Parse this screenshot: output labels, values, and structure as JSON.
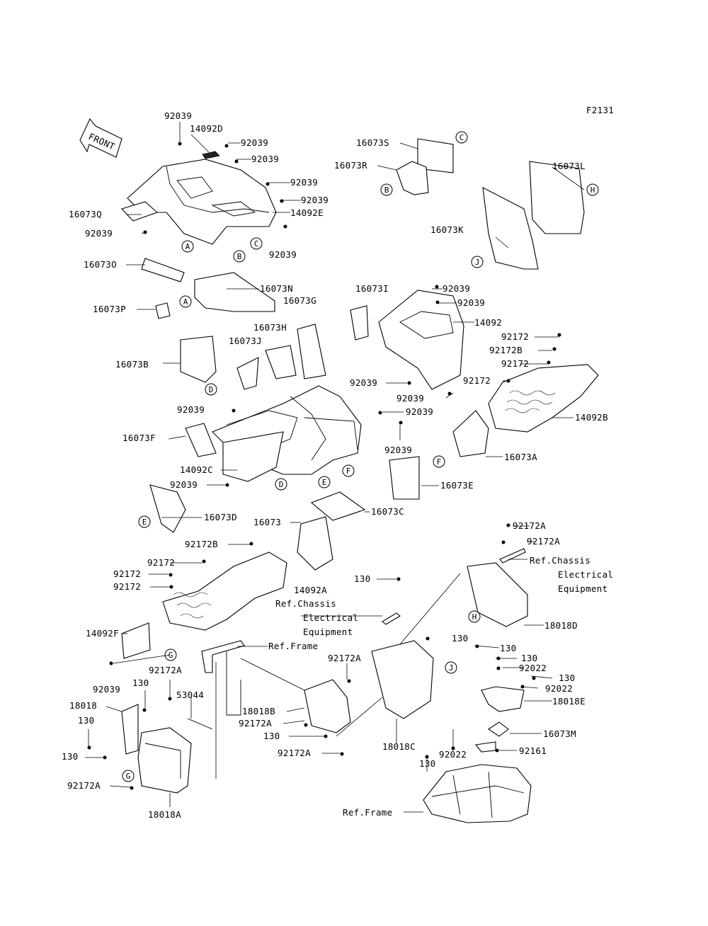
{
  "figure_code": "F2131",
  "front_label": "FRONT",
  "callouts": [
    "A",
    "B",
    "C",
    "D",
    "E",
    "F",
    "G",
    "H",
    "J"
  ],
  "part_labels": [
    {
      "id": "l1",
      "text": "92039"
    },
    {
      "id": "l2",
      "text": "14092D"
    },
    {
      "id": "l3",
      "text": "92039"
    },
    {
      "id": "l4",
      "text": "92039"
    },
    {
      "id": "l5",
      "text": "92039"
    },
    {
      "id": "l6",
      "text": "92039"
    },
    {
      "id": "l7",
      "text": "14092E"
    },
    {
      "id": "l8",
      "text": "16073Q"
    },
    {
      "id": "l9",
      "text": "92039"
    },
    {
      "id": "l10",
      "text": "92039"
    },
    {
      "id": "l11",
      "text": "16073O"
    },
    {
      "id": "l12",
      "text": "16073N"
    },
    {
      "id": "l13",
      "text": "16073G"
    },
    {
      "id": "l14",
      "text": "16073P"
    },
    {
      "id": "l15",
      "text": "16073S"
    },
    {
      "id": "l16",
      "text": "16073R"
    },
    {
      "id": "l17",
      "text": "16073L"
    },
    {
      "id": "l18",
      "text": "16073K"
    },
    {
      "id": "l19",
      "text": "16073I"
    },
    {
      "id": "l20",
      "text": "92039"
    },
    {
      "id": "l21",
      "text": "92039"
    },
    {
      "id": "l22",
      "text": "14092"
    },
    {
      "id": "l23",
      "text": "92172"
    },
    {
      "id": "l24",
      "text": "92172B"
    },
    {
      "id": "l25",
      "text": "92172"
    },
    {
      "id": "l26",
      "text": "92172"
    },
    {
      "id": "l27",
      "text": "14092B"
    },
    {
      "id": "l28",
      "text": "92039"
    },
    {
      "id": "l29",
      "text": "92039"
    },
    {
      "id": "l30",
      "text": "16073H"
    },
    {
      "id": "l31",
      "text": "16073J"
    },
    {
      "id": "l32",
      "text": "16073B"
    },
    {
      "id": "l33",
      "text": "92039"
    },
    {
      "id": "l34",
      "text": "92039"
    },
    {
      "id": "l35",
      "text": "16073F"
    },
    {
      "id": "l36",
      "text": "92039"
    },
    {
      "id": "l37",
      "text": "16073A"
    },
    {
      "id": "l38",
      "text": "14092C"
    },
    {
      "id": "l39",
      "text": "92039"
    },
    {
      "id": "l40",
      "text": "16073E"
    },
    {
      "id": "l41",
      "text": "16073D"
    },
    {
      "id": "l42",
      "text": "16073C"
    },
    {
      "id": "l43",
      "text": "16073"
    },
    {
      "id": "l44",
      "text": "92172A"
    },
    {
      "id": "l45",
      "text": "92172A"
    },
    {
      "id": "l46",
      "text": "92172B"
    },
    {
      "id": "l47",
      "text": "92172"
    },
    {
      "id": "l48",
      "text": "92172"
    },
    {
      "id": "l49",
      "text": "92172"
    },
    {
      "id": "l50",
      "text": "130"
    },
    {
      "id": "l51",
      "text": "14092A"
    },
    {
      "id": "l52",
      "text": "Ref.Chassis"
    },
    {
      "id": "l53",
      "text": "Electrical"
    },
    {
      "id": "l54",
      "text": "Equipment"
    },
    {
      "id": "l55",
      "text": "Ref.Chassis"
    },
    {
      "id": "l56",
      "text": "Electrical"
    },
    {
      "id": "l57",
      "text": "Equipment"
    },
    {
      "id": "l58",
      "text": "18018D"
    },
    {
      "id": "l59",
      "text": "14092F"
    },
    {
      "id": "l60",
      "text": "Ref.Frame"
    },
    {
      "id": "l61",
      "text": "92039"
    },
    {
      "id": "l62",
      "text": "92172A"
    },
    {
      "id": "l63",
      "text": "130"
    },
    {
      "id": "l64",
      "text": "53044"
    },
    {
      "id": "l65",
      "text": "18018"
    },
    {
      "id": "l66",
      "text": "130"
    },
    {
      "id": "l67",
      "text": "130"
    },
    {
      "id": "l68",
      "text": "92172A"
    },
    {
      "id": "l69",
      "text": "18018A"
    },
    {
      "id": "l70",
      "text": "92172A"
    },
    {
      "id": "l71",
      "text": "18018B"
    },
    {
      "id": "l72",
      "text": "92172A"
    },
    {
      "id": "l73",
      "text": "130"
    },
    {
      "id": "l74",
      "text": "92172A"
    },
    {
      "id": "l75",
      "text": "18018C"
    },
    {
      "id": "l76",
      "text": "130"
    },
    {
      "id": "l77",
      "text": "130"
    },
    {
      "id": "l78",
      "text": "130"
    },
    {
      "id": "l79",
      "text": "92022"
    },
    {
      "id": "l80",
      "text": "130"
    },
    {
      "id": "l81",
      "text": "92022"
    },
    {
      "id": "l82",
      "text": "18018E"
    },
    {
      "id": "l83",
      "text": "16073M"
    },
    {
      "id": "l84",
      "text": "92161"
    },
    {
      "id": "l85",
      "text": "130"
    },
    {
      "id": "l86",
      "text": "92022"
    },
    {
      "id": "l87",
      "text": "Ref.Frame"
    }
  ]
}
